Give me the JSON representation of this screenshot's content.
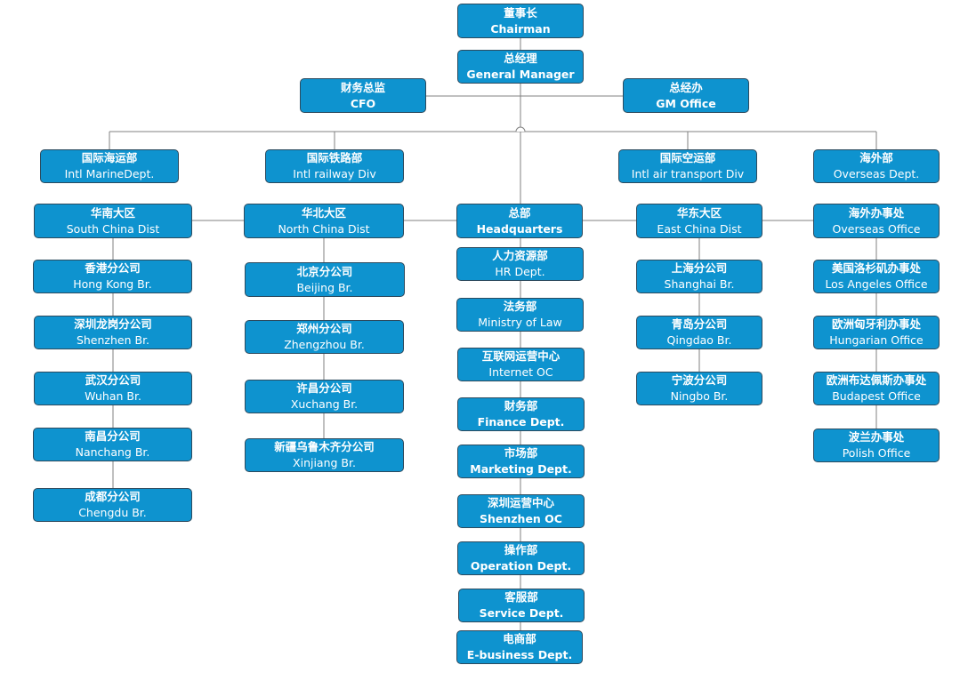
{
  "nodes": [
    {
      "id": "chairman",
      "zh": "董事长",
      "en": "Chairman",
      "boldEn": true
    },
    {
      "id": "gm",
      "zh": "总经理",
      "en": "General Manager",
      "boldEn": true
    },
    {
      "id": "cfo",
      "zh": "财务总监",
      "en": "CFO",
      "boldEn": true
    },
    {
      "id": "gm-office",
      "zh": "总经办",
      "en": "GM Office",
      "boldEn": true
    },
    {
      "id": "intl-marine",
      "zh": "国际海运部",
      "en": "Intl MarineDept.",
      "boldEn": false
    },
    {
      "id": "intl-railway",
      "zh": "国际铁路部",
      "en": "Intl railway Div",
      "boldEn": false
    },
    {
      "id": "intl-air",
      "zh": "国际空运部",
      "en": "Intl air transport Div",
      "boldEn": false
    },
    {
      "id": "overseas-dept",
      "zh": "海外部",
      "en": "Overseas Dept.",
      "boldEn": false
    },
    {
      "id": "south-china",
      "zh": "华南大区",
      "en": "South China Dist",
      "boldEn": false
    },
    {
      "id": "north-china",
      "zh": "华北大区",
      "en": "North China Dist",
      "boldEn": false
    },
    {
      "id": "headquarters",
      "zh": "总部",
      "en": "Headquarters",
      "boldEn": true
    },
    {
      "id": "east-china",
      "zh": "华东大区",
      "en": "East China Dist",
      "boldEn": false
    },
    {
      "id": "overseas-office",
      "zh": "海外办事处",
      "en": "Overseas Office",
      "boldEn": false
    },
    {
      "id": "hongkong",
      "zh": "香港分公司",
      "en": "Hong Kong Br.",
      "boldEn": false
    },
    {
      "id": "shenzhen-lg",
      "zh": "深圳龙岗分公司",
      "en": "Shenzhen Br.",
      "boldEn": false
    },
    {
      "id": "wuhan",
      "zh": "武汉分公司",
      "en": "Wuhan Br.",
      "boldEn": false
    },
    {
      "id": "nanchang",
      "zh": "南昌分公司",
      "en": "Nanchang Br.",
      "boldEn": false
    },
    {
      "id": "chengdu",
      "zh": "成都分公司",
      "en": "Chengdu Br.",
      "boldEn": false
    },
    {
      "id": "beijing",
      "zh": "北京分公司",
      "en": "Beijing Br.",
      "boldEn": false
    },
    {
      "id": "zhengzhou",
      "zh": "郑州分公司",
      "en": "Zhengzhou Br.",
      "boldEn": false
    },
    {
      "id": "xuchang",
      "zh": "许昌分公司",
      "en": "Xuchang Br.",
      "boldEn": false
    },
    {
      "id": "xinjiang",
      "zh": "新疆乌鲁木齐分公司",
      "en": "Xinjiang Br.",
      "boldEn": false
    },
    {
      "id": "hr",
      "zh": "人力资源部",
      "en": "HR Dept.",
      "boldEn": false
    },
    {
      "id": "law",
      "zh": "法务部",
      "en": "Ministry of Law",
      "boldEn": false
    },
    {
      "id": "internet-oc",
      "zh": "互联网运营中心",
      "en": "Internet OC",
      "boldEn": false
    },
    {
      "id": "finance",
      "zh": "财务部",
      "en": "Finance Dept.",
      "boldEn": true
    },
    {
      "id": "marketing",
      "zh": "市场部",
      "en": "Marketing Dept.",
      "boldEn": true
    },
    {
      "id": "shenzhen-oc",
      "zh": "深圳运营中心",
      "en": "Shenzhen OC",
      "boldEn": true
    },
    {
      "id": "operation",
      "zh": "操作部",
      "en": "Operation Dept.",
      "boldEn": true
    },
    {
      "id": "service",
      "zh": "客服部",
      "en": "Service Dept.",
      "boldEn": true
    },
    {
      "id": "ebusiness",
      "zh": "电商部",
      "en": "E-business Dept.",
      "boldEn": true
    },
    {
      "id": "shanghai",
      "zh": "上海分公司",
      "en": "Shanghai Br.",
      "boldEn": false
    },
    {
      "id": "qingdao",
      "zh": "青岛分公司",
      "en": "Qingdao Br.",
      "boldEn": false
    },
    {
      "id": "ningbo",
      "zh": "宁波分公司",
      "en": "Ningbo Br.",
      "boldEn": false
    },
    {
      "id": "los-angeles",
      "zh": "美国洛杉矶办事处",
      "en": "Los Angeles Office",
      "boldEn": false
    },
    {
      "id": "hungarian",
      "zh": "欧洲匈牙利办事处",
      "en": "Hungarian Office",
      "boldEn": false
    },
    {
      "id": "budapest",
      "zh": "欧洲布达佩斯办事处",
      "en": "Budapest Office",
      "boldEn": false
    },
    {
      "id": "polish",
      "zh": "波兰办事处",
      "en": "Polish Office",
      "boldEn": false
    }
  ],
  "colors": {
    "node_fill": "#0e93cf",
    "node_border": "#2c4a5e",
    "node_text": "#ffffff",
    "connector": "#808080"
  }
}
